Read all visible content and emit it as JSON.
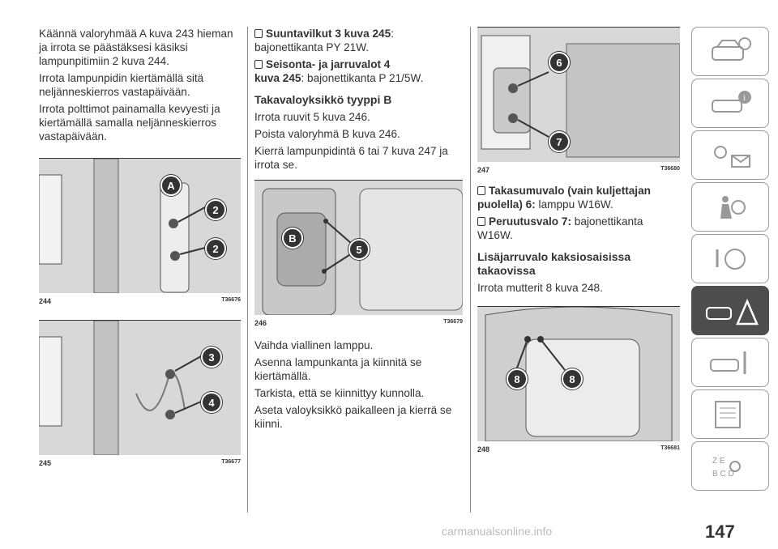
{
  "col1": {
    "p1": "Käännä valoryhmää A kuva 243 hieman ja irrota se päästäksesi käsiksi lampunpitimiin 2 kuva 244.",
    "p2": "Irrota lampunpidin kiertämällä sitä neljänneskierros vastapäivään.",
    "p3": "Irrota polttimot painamalla kevyesti ja kiertämällä samalla neljänneskierros vastapäivään.",
    "fig244": {
      "num": "244",
      "code": "T36676",
      "callouts": [
        "A",
        "2",
        "2"
      ]
    },
    "fig245": {
      "num": "245",
      "code": "T36677",
      "callouts": [
        "3",
        "4"
      ]
    }
  },
  "col2": {
    "h1_bold": "Suuntavilkut 3 kuva 245",
    "h1_rest": ":",
    "h1_text": "bajonettikanta PY 21W.",
    "h2_bold1": "Seisonta- ja jarruvalot 4",
    "h2_bold2": "kuva 245",
    "h2_rest": ": bajonettikanta P 21/5W.",
    "sub": "Takavaloyksikkö tyyppi B",
    "p1": "Irrota ruuvit 5 kuva 246.",
    "p2": "Poista valoryhmä B kuva 246.",
    "p3": "Kierrä lampunpidintä 6 tai 7 kuva 247 ja irrota se.",
    "fig246": {
      "num": "246",
      "code": "T36679",
      "callouts": [
        "B",
        "5"
      ]
    },
    "p4": "Vaihda viallinen lamppu.",
    "p5": "Asenna lampunkanta ja kiinnitä se kiertämällä.",
    "p6": "Tarkista, että se kiinnittyy kunnolla.",
    "p7": "Aseta valoyksikkö paikalleen ja kierrä se kiinni."
  },
  "col3": {
    "fig247": {
      "num": "247",
      "code": "T36680",
      "callouts": [
        "6",
        "7"
      ]
    },
    "h1_bold": "Takasumuvalo (vain kuljettajan puolella) 6:",
    "h1_text": "lamppu W16W.",
    "h2_bold": "Peruutusvalo 7:",
    "h2_text": "bajonettikanta W16W.",
    "sub": "Lisäjarruvalo kaksiosaisissa takaovissa",
    "p1": "Irrota mutterit 8 kuva 248.",
    "fig248": {
      "num": "248",
      "code": "T36681",
      "callouts": [
        "8",
        "8"
      ]
    }
  },
  "tabs": [
    "car-info-icon",
    "car-info-i-icon",
    "warning-lights-icon",
    "airbag-icon",
    "steering-icon",
    "emergency-icon",
    "service-icon",
    "spec-list-icon",
    "index-icon"
  ],
  "page_number": "147",
  "footer": "carmanualsonline.info"
}
